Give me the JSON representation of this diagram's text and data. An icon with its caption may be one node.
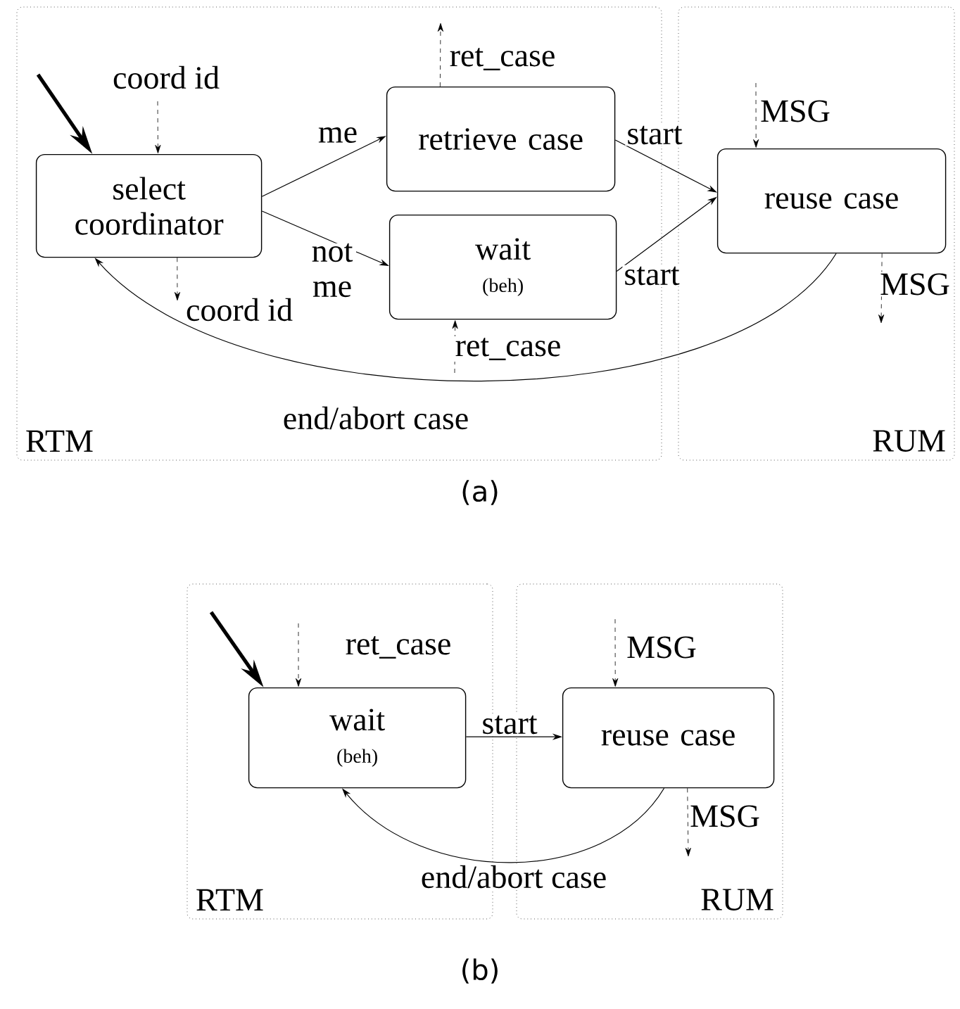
{
  "diagram": {
    "nodes": [
      {
        "text": [
          "RTM"
        ]
      },
      {
        "text": [
          "RUM"
        ]
      },
      {
        "text": [
          "select coordinator"
        ],
        "in": 0
      },
      {
        "text": [
          "retrieve case"
        ],
        "in": 0
      },
      {
        "text": [
          "wait",
          "(beh)"
        ],
        "in": 0
      },
      {
        "text": [
          "reuse case"
        ],
        "in": 1
      },
      {
        "text": [
          "RTM"
        ]
      },
      {
        "text": [
          "RUM"
        ]
      },
      {
        "text": [
          "wait",
          "(beh)"
        ],
        "in": 6
      },
      {
        "text": [
          "reuse case"
        ],
        "in": 7
      }
    ],
    "edges": [
      {
        "from": null,
        "to": 2,
        "arrow": "to",
        "style": "thick"
      },
      {
        "from": null,
        "to": 2,
        "arrow": "to",
        "style": "dashed",
        "label": "coord id"
      },
      {
        "from": 2,
        "to": null,
        "arrow": "to",
        "style": "dashed",
        "label": "coord id"
      },
      {
        "from": 2,
        "to": 3,
        "arrow": "to",
        "label": "me"
      },
      {
        "from": 2,
        "to": 4,
        "arrow": "to",
        "label": "not me"
      },
      {
        "from": 3,
        "to": null,
        "arrow": "to",
        "style": "dashed",
        "label": "ret_case"
      },
      {
        "from": null,
        "to": 4,
        "arrow": "to",
        "style": "dashed",
        "label": "ret_case"
      },
      {
        "from": 3,
        "to": 5,
        "arrow": "to",
        "label": "start"
      },
      {
        "from": 4,
        "to": 5,
        "arrow": "to",
        "label": "start"
      },
      {
        "from": null,
        "to": 5,
        "arrow": "to",
        "style": "dashed",
        "label": "MSG"
      },
      {
        "from": 5,
        "to": null,
        "arrow": "to",
        "style": "dashed",
        "label": "MSG"
      },
      {
        "from": 5,
        "to": 2,
        "arrow": "to",
        "label": "end/abort case"
      },
      {
        "from": null,
        "to": 8,
        "arrow": "to",
        "style": "thick"
      },
      {
        "from": null,
        "to": 8,
        "arrow": "to",
        "style": "dashed",
        "label": "ret_case"
      },
      {
        "from": 8,
        "to": 9,
        "arrow": "to",
        "label": "start"
      },
      {
        "from": null,
        "to": 9,
        "arrow": "to",
        "style": "dashed",
        "label": "MSG"
      },
      {
        "from": 9,
        "to": null,
        "arrow": "to",
        "style": "dashed",
        "label": "MSG"
      },
      {
        "from": 9,
        "to": 8,
        "arrow": "to",
        "label": "end/abort case"
      }
    ],
    "labels": [
      "(a)",
      "(b)"
    ]
  }
}
